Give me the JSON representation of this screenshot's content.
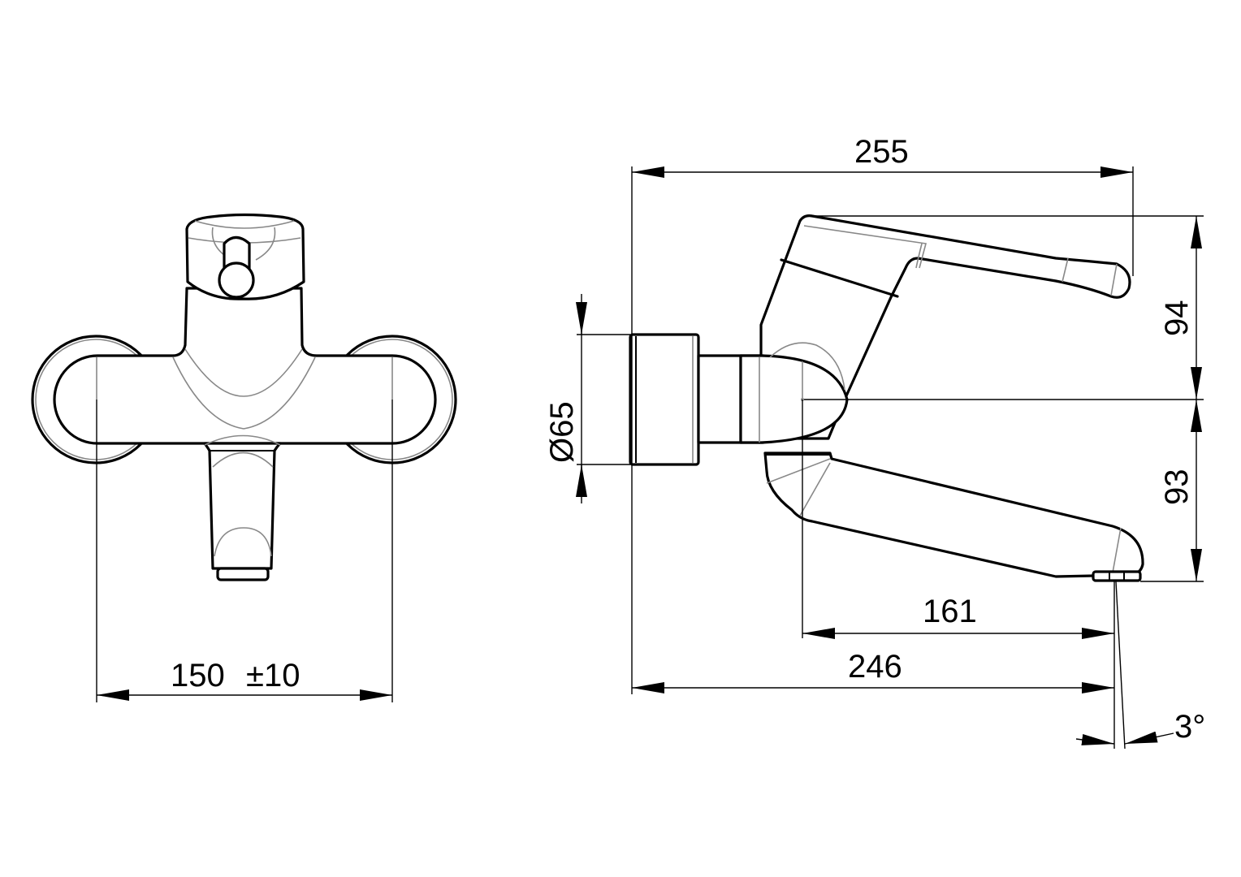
{
  "front_view": {
    "width_dimension": "150",
    "width_tolerance": "±10"
  },
  "side_view": {
    "total_height_dimension": "255",
    "lever_height_dimension": "94",
    "spout_height_dimension": "93",
    "rosette_diameter_dimension": "Ø65",
    "spout_centre_reach_dimension": "161",
    "spout_reach_dimension": "246",
    "spout_angle_dimension": "3°"
  },
  "colors": {
    "line": "#000000",
    "hidden_line": "#888888",
    "background": "#ffffff"
  }
}
